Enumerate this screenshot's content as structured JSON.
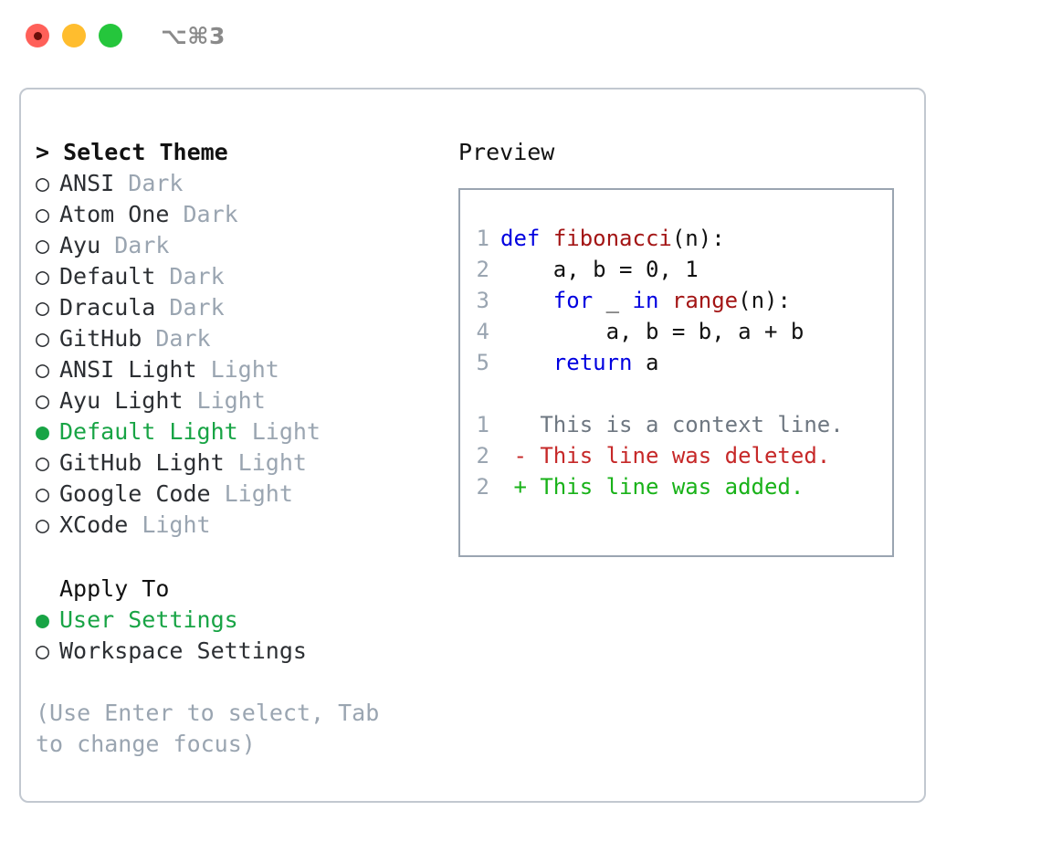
{
  "window": {
    "shortcut": "⌥⌘3",
    "traffic_lights": [
      {
        "name": "close",
        "color": "#ff6059"
      },
      {
        "name": "minimize",
        "color": "#ffbd2e"
      },
      {
        "name": "maximize",
        "color": "#25c63c"
      }
    ]
  },
  "colors": {
    "selected_green": "#18a445",
    "muted_gray": "#9aa5b1",
    "panel_border": "#c2c8d0",
    "preview_border": "#9aa5b1",
    "keyword_blue": "#0000e0",
    "function_red": "#a31515",
    "diff_delete_red": "#c62828",
    "diff_add_green": "#19b219"
  },
  "theme_picker": {
    "header": "> Select Theme",
    "bullet_unselected": "○",
    "bullet_selected": "●",
    "items": [
      {
        "label": "ANSI",
        "kind": "Dark",
        "selected": false
      },
      {
        "label": "Atom One",
        "kind": "Dark",
        "selected": false
      },
      {
        "label": "Ayu",
        "kind": "Dark",
        "selected": false
      },
      {
        "label": "Default",
        "kind": "Dark",
        "selected": false
      },
      {
        "label": "Dracula",
        "kind": "Dark",
        "selected": false
      },
      {
        "label": "GitHub",
        "kind": "Dark",
        "selected": false
      },
      {
        "label": "ANSI Light",
        "kind": "Light",
        "selected": false
      },
      {
        "label": "Ayu Light",
        "kind": "Light",
        "selected": false
      },
      {
        "label": "Default Light",
        "kind": "Light",
        "selected": true
      },
      {
        "label": "GitHub Light",
        "kind": "Light",
        "selected": false
      },
      {
        "label": "Google Code",
        "kind": "Light",
        "selected": false
      },
      {
        "label": "XCode",
        "kind": "Light",
        "selected": false
      }
    ]
  },
  "apply_to": {
    "title": "Apply To",
    "items": [
      {
        "label": "User Settings",
        "selected": true
      },
      {
        "label": "Workspace Settings",
        "selected": false
      }
    ]
  },
  "hint": "(Use Enter to select, Tab to change focus)",
  "preview": {
    "title": "Preview",
    "code_lines": [
      {
        "n": "1",
        "tokens": [
          {
            "t": "def",
            "c": "kw"
          },
          {
            "t": " ",
            "c": "pl"
          },
          {
            "t": "fibonacci",
            "c": "fn"
          },
          {
            "t": "(n):",
            "c": "pl"
          }
        ]
      },
      {
        "n": "2",
        "tokens": [
          {
            "t": "    a, b = 0, 1",
            "c": "pl"
          }
        ]
      },
      {
        "n": "3",
        "tokens": [
          {
            "t": "    ",
            "c": "pl"
          },
          {
            "t": "for",
            "c": "kw"
          },
          {
            "t": " _ ",
            "c": "pl"
          },
          {
            "t": "in",
            "c": "kw"
          },
          {
            "t": " ",
            "c": "pl"
          },
          {
            "t": "range",
            "c": "fn"
          },
          {
            "t": "(n):",
            "c": "pl"
          }
        ]
      },
      {
        "n": "4",
        "tokens": [
          {
            "t": "        a, b = b, a + b",
            "c": "pl"
          }
        ]
      },
      {
        "n": "5",
        "tokens": [
          {
            "t": "    ",
            "c": "pl"
          },
          {
            "t": "return",
            "c": "kw"
          },
          {
            "t": " a",
            "c": "pl"
          }
        ]
      }
    ],
    "diff_lines": [
      {
        "n": "1",
        "marker": " ",
        "text": "This is a context line.",
        "kind": "ctx"
      },
      {
        "n": "2",
        "marker": "-",
        "text": "This line was deleted.",
        "kind": "del"
      },
      {
        "n": "2",
        "marker": "+",
        "text": "This line was added.",
        "kind": "add"
      }
    ]
  }
}
